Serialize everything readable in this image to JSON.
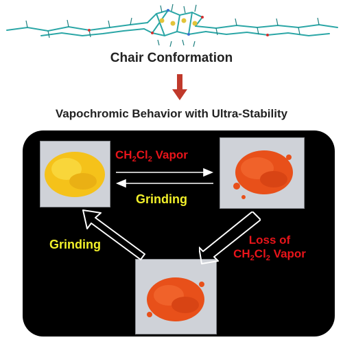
{
  "titles": {
    "conformation": "Chair Conformation",
    "behavior": "Vapochromic Behavior with Ultra-Stability"
  },
  "labels": {
    "vapor_prefix": "CH",
    "vapor_sub1": "2",
    "vapor_mid": "Cl",
    "vapor_sub2": "2",
    "vapor_suffix": " Vapor",
    "grinding_top": "Grinding",
    "grinding_left": "Grinding",
    "loss_line1": "Loss of",
    "loss_line2_prefix": "CH",
    "loss_line2_sub1": "2",
    "loss_line2_mid": "Cl",
    "loss_line2_sub2": "2",
    "loss_line2_suffix": " Vapor"
  },
  "colors": {
    "red_label": "#e8141a",
    "yellow_label": "#f2f02a",
    "panel_background": "#000000",
    "down_arrow": "#c0392b",
    "yellow_powder": "#f5c21a",
    "orange_powder": "#e8501a"
  },
  "icons": {
    "down_arrow": "down-arrow-icon",
    "reversible_arrows": "double-arrow-icon"
  }
}
